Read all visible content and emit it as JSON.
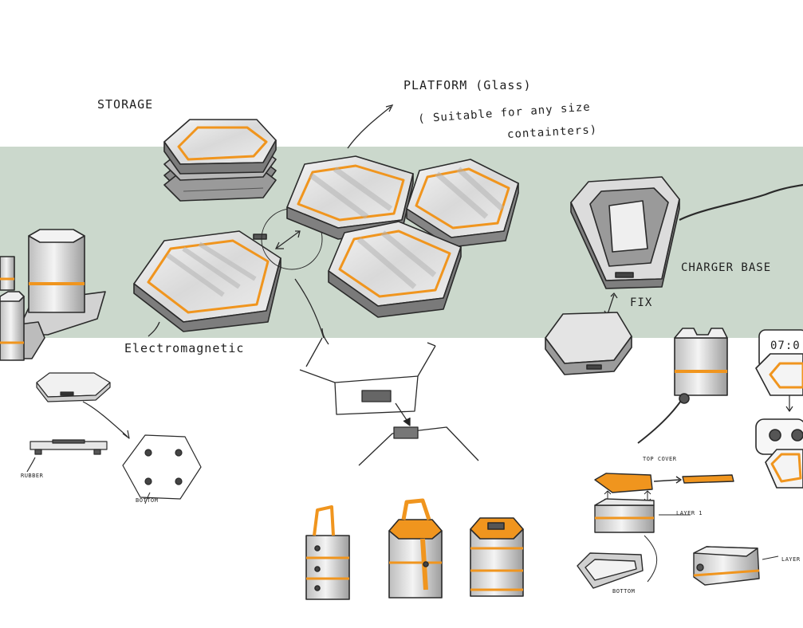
{
  "colors": {
    "band": "#cbd8cc",
    "accent": "#f0951e",
    "ink": "#2a2a2a",
    "gray": "#8d8d8d",
    "light": "#ececec"
  },
  "labels": {
    "storage": "STORAGE",
    "platform": "PLATFORM (Glass)",
    "platform_note_1": "( Suitable for any size",
    "platform_note_2": "containters)",
    "charger_base": "CHARGER BASE",
    "fix": "FIX",
    "electromagnetic": "Electromagnetic",
    "rubber": "RUBBER",
    "bottom_hex": "BOTTOM",
    "top_cover": "TOP COVER",
    "layer_1": "LAYER 1",
    "bottom_tray": "BOTTOM",
    "layer_cut": "LAYER",
    "clock": "07:0"
  }
}
